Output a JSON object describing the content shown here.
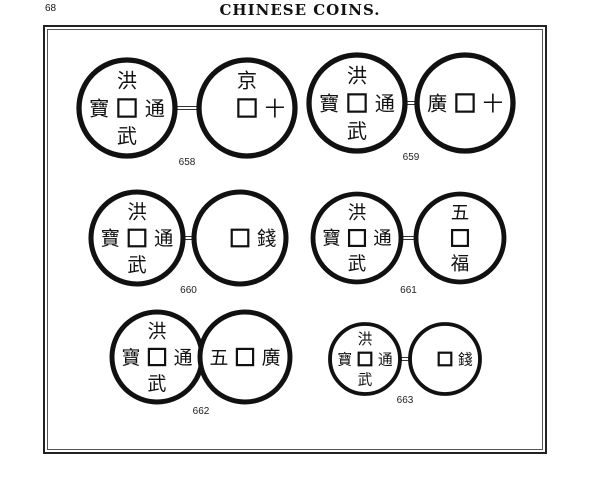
{
  "header": {
    "page_number": "68",
    "title": "CHINESE COINS."
  },
  "coins": [
    {
      "number": "658",
      "obverse": {
        "top": "洪",
        "left": "寶",
        "right": "通",
        "bottom": "武"
      },
      "reverse": {
        "top": "京",
        "right": "十"
      }
    },
    {
      "number": "659",
      "obverse": {
        "top": "洪",
        "left": "寶",
        "right": "通",
        "bottom": "武"
      },
      "reverse": {
        "left": "廣",
        "right": "十"
      }
    },
    {
      "number": "660",
      "obverse": {
        "top": "洪",
        "left": "寶",
        "right": "通",
        "bottom": "武"
      },
      "reverse": {
        "right": "錢"
      }
    },
    {
      "number": "661",
      "obverse": {
        "top": "洪",
        "left": "寶",
        "right": "通",
        "bottom": "武"
      },
      "reverse": {
        "top": "五",
        "bottom": "福"
      }
    },
    {
      "number": "662",
      "obverse": {
        "top": "洪",
        "left": "寶",
        "right": "通",
        "bottom": "武"
      },
      "reverse": {
        "left": "五",
        "right": "廣"
      }
    },
    {
      "number": "663",
      "obverse": {
        "top": "洪",
        "left": "寶",
        "right": "通",
        "bottom": "武"
      },
      "reverse": {
        "right": "錢"
      }
    }
  ]
}
